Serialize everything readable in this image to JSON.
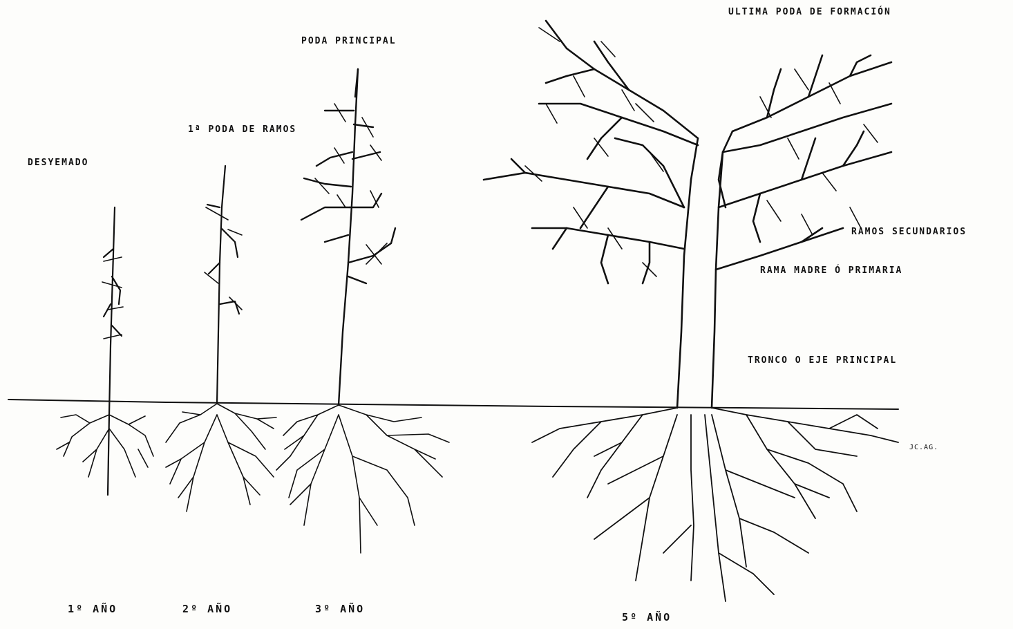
{
  "labels": {
    "desyemado": "DESYEMADO",
    "poda_ramos": "1ª PODA DE RAMOS",
    "poda_principal": "PODA PRINCIPAL",
    "ultima_poda": "ULTIMA PODA DE FORMACIÓN",
    "ramos_secundarios": "RAMOS SECUNDARIOS",
    "rama_madre": "RAMA MADRE Ó PRIMARIA",
    "tronco": "TRONCO O EJE PRINCIPAL",
    "signature": "JC.AG."
  },
  "years": {
    "y1": "1º AÑO",
    "y2": "2º AÑO",
    "y3": "3º AÑO",
    "y5": "5º AÑO"
  }
}
